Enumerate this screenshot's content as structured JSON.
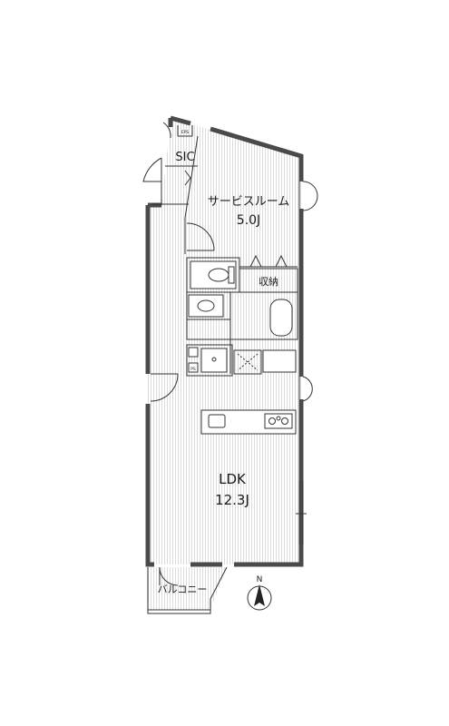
{
  "rooms": {
    "sic": {
      "label": "SIC"
    },
    "service_room": {
      "label": "サービスルーム",
      "size": "5.0J"
    },
    "storage": {
      "label": "収納"
    },
    "ldk": {
      "label": "LDK",
      "size": "12.3J"
    },
    "balcony": {
      "label": "バルコニー"
    }
  },
  "fixtures": {
    "eps": "EPS",
    "ps": "PS"
  },
  "compass": {
    "label": "N"
  },
  "colors": {
    "wall": "#4a4a4a",
    "floor_hatch": "#d9d9d9",
    "line": "#333333"
  }
}
